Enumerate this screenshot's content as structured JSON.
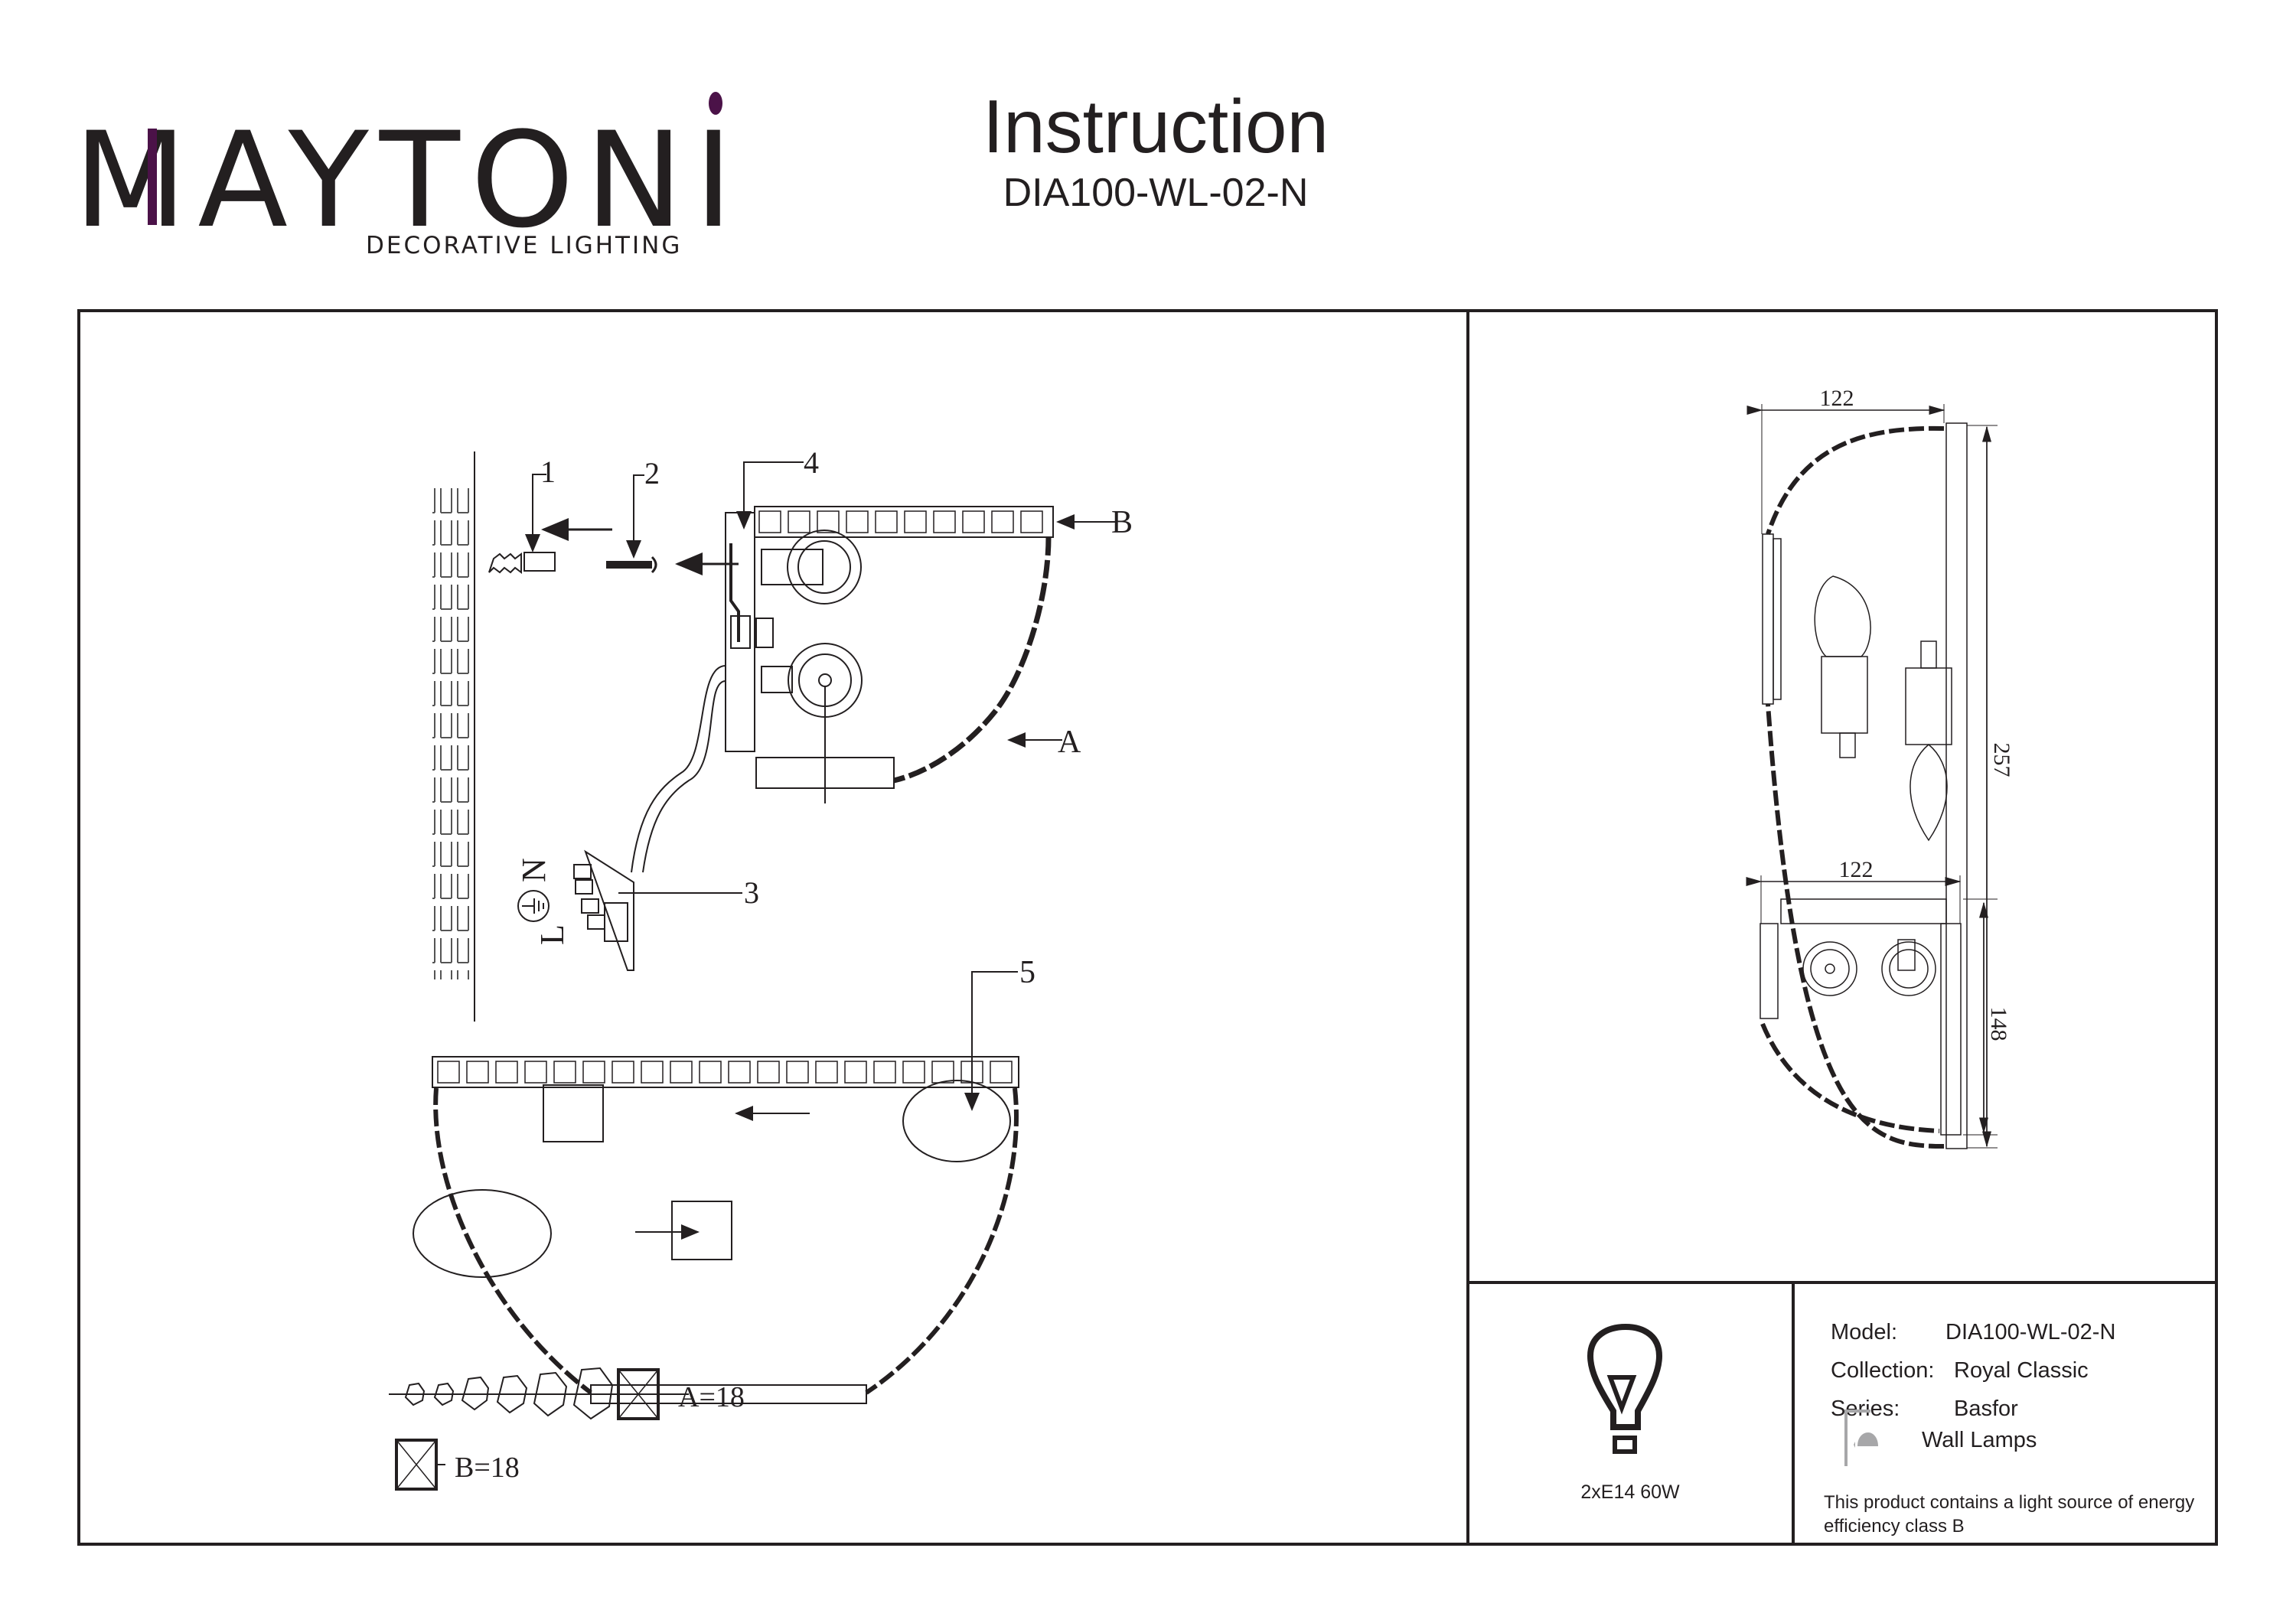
{
  "brand": {
    "name": "MAYTONI",
    "tagline": "DECORATIVE LIGHTING",
    "accent_color": "#4b1248",
    "text_color": "#231f20"
  },
  "header": {
    "title": "Instruction",
    "model_code": "DIA100-WL-02-N"
  },
  "assembly_diagram": {
    "part_labels": [
      "1",
      "2",
      "3",
      "4",
      "5"
    ],
    "component_labels": {
      "a": "A",
      "b": "B"
    },
    "wiring_terminals": {
      "neutral": "N",
      "live": "L",
      "earth_icon": "ground-symbol-icon"
    },
    "crystal_legend": [
      {
        "label": "A=18"
      },
      {
        "label": "B=18"
      }
    ]
  },
  "dimensions": {
    "front_view": {
      "width": "122",
      "height": "257"
    },
    "side_view": {
      "width": "122",
      "depth": "148"
    }
  },
  "spec_panel": {
    "bulb_icon": "light-bulb-icon",
    "bulb_spec": "2xE14 60W",
    "model_label": "Model:",
    "model_value": "DIA100-WL-02-N",
    "collection_label": "Collection:",
    "collection_value": "Royal Classic",
    "series_label": "Series:",
    "series_value": "Basfor",
    "category_icon": "wall-lamp-icon",
    "category_value": "Wall Lamps",
    "energy_note": "This product contains a light source of energy efficiency class B"
  }
}
